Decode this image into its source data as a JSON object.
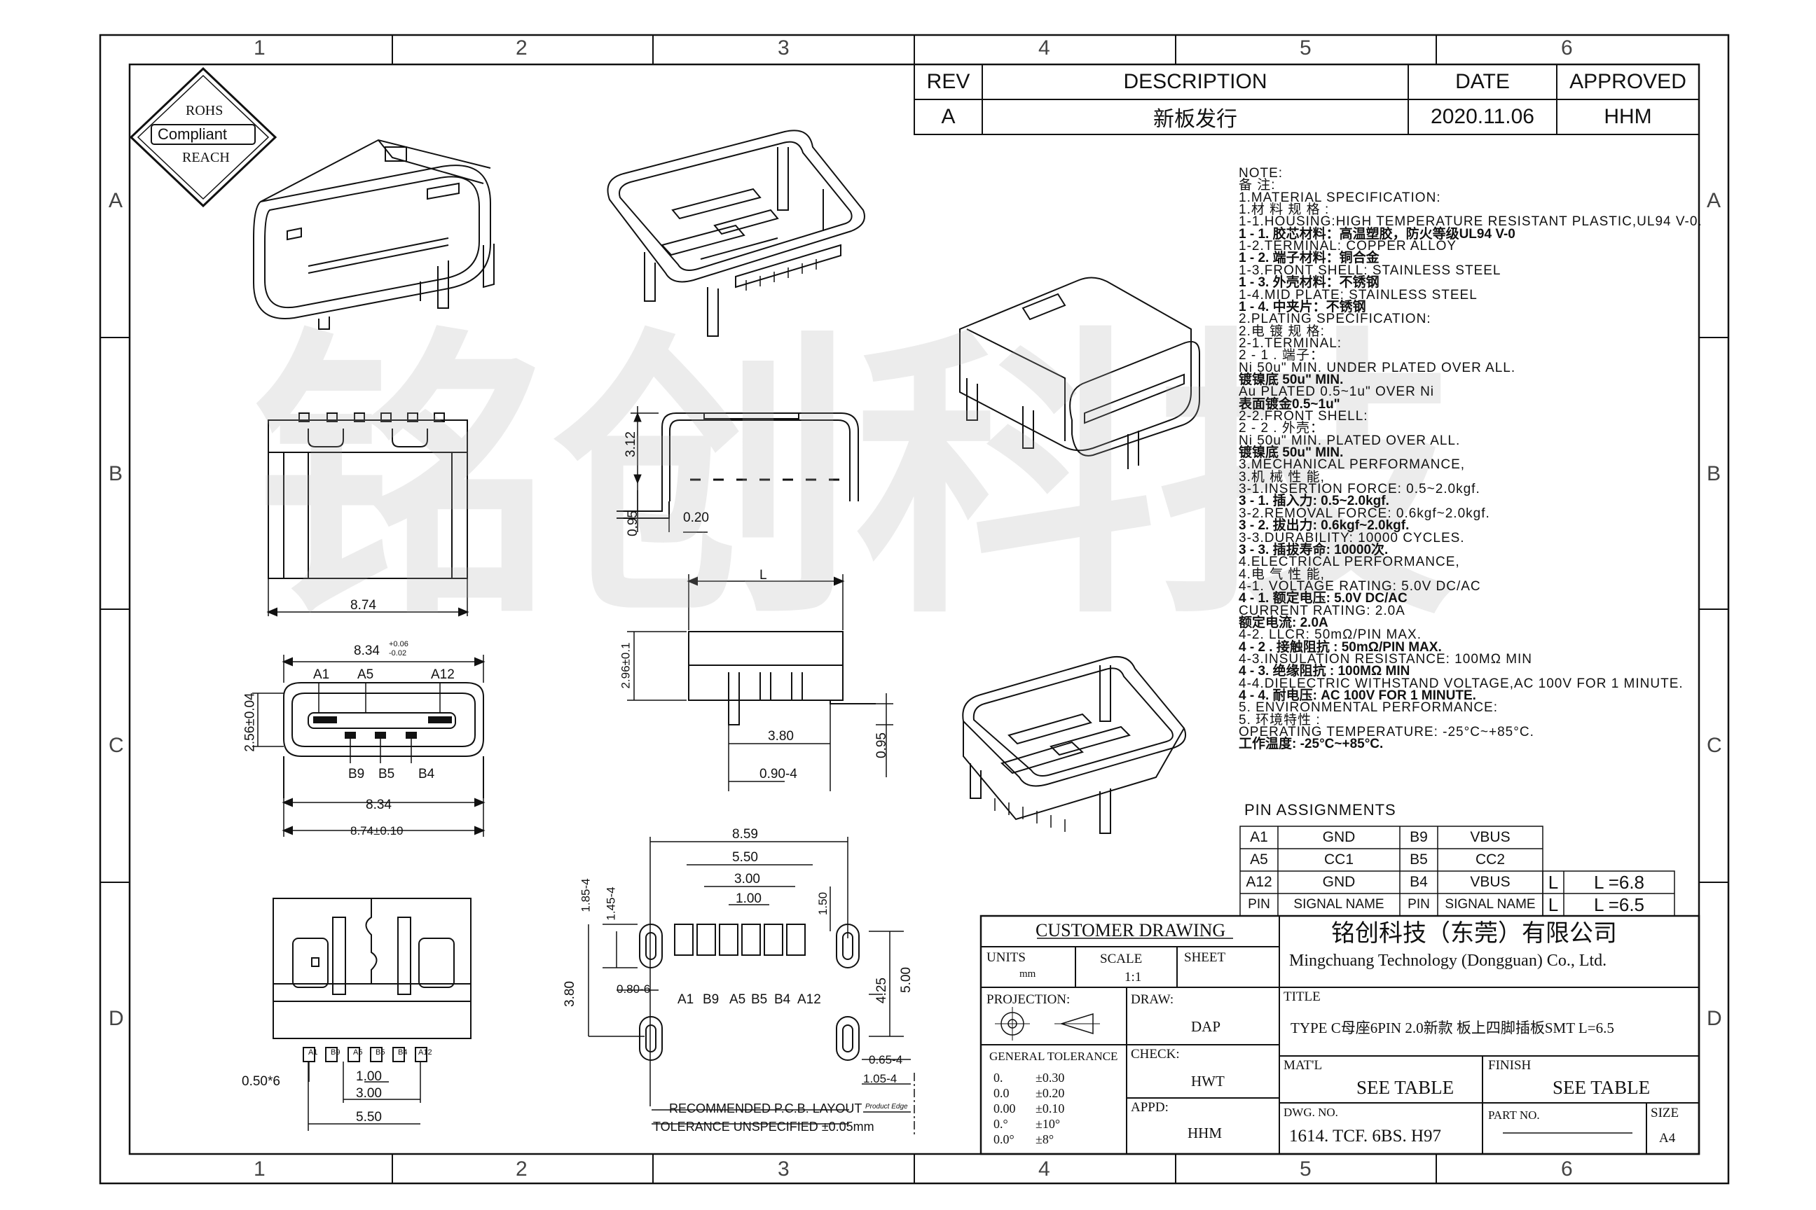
{
  "border": {
    "col_labels": [
      "1",
      "2",
      "3",
      "4",
      "5",
      "6"
    ],
    "row_labels": [
      "A",
      "B",
      "C",
      "D"
    ]
  },
  "rohs": {
    "line1": "ROHS",
    "line2": "Compliant",
    "line3": "REACH"
  },
  "watermark": "铭创科技",
  "revision_table": {
    "headers": [
      "REV",
      "DESCRIPTION",
      "DATE",
      "APPROVED"
    ],
    "row": [
      "A",
      "新板发行",
      "2020.11.06",
      "HHM"
    ]
  },
  "notes": [
    {
      "text": "NOTE:",
      "bold": false
    },
    {
      "text": "备  注:",
      "bold": false
    },
    {
      "text": "1.MATERIAL  SPECIFICATION:",
      "bold": false
    },
    {
      "text": "1.材 料 规 格 :",
      "bold": false
    },
    {
      "text": "1-1.HOUSING:HIGH  TEMPERATURE  RESISTANT  PLASTIC,UL94  V-0.",
      "bold": false
    },
    {
      "text": "1 - 1. 胶芯材料：高温塑胶，防火等级UL94 V-0",
      "bold": true
    },
    {
      "text": "1-2.TERMINAL:  COPPER  ALLOY",
      "bold": false
    },
    {
      "text": "1 - 2. 端子材料：铜合金",
      "bold": true
    },
    {
      "text": "1-3.FRONT  SHELL:  STAINLESS  STEEL",
      "bold": false
    },
    {
      "text": "1 - 3. 外壳材料：不锈钢",
      "bold": true
    },
    {
      "text": "1-4.MID  PLATE:  STAINLESS  STEEL",
      "bold": false
    },
    {
      "text": "1 - 4. 中夹片：不锈钢",
      "bold": true
    },
    {
      "text": "2.PLATING  SPECIFICATION:",
      "bold": false
    },
    {
      "text": "2.电 镀 规 格:",
      "bold": false
    },
    {
      "text": "2-1.TERMINAL:",
      "bold": false
    },
    {
      "text": "  2 - 1 . 端子：",
      "bold": false
    },
    {
      "text": "Ni  50u\"  MIN.  UNDER  PLATED  OVER  ALL.",
      "bold": false
    },
    {
      "text": "镀镍底 50u\" MIN.",
      "bold": true
    },
    {
      "text": "Au  PLATED  0.5~1u\"  OVER  Ni",
      "bold": false
    },
    {
      "text": "表面镀金0.5~1u\"",
      "bold": true
    },
    {
      "text": "2-2.FRONT  SHELL:",
      "bold": false
    },
    {
      "text": "  2 - 2 . 外壳：",
      "bold": false
    },
    {
      "text": "Ni  50u\"  MIN.  PLATED  OVER  ALL.",
      "bold": false
    },
    {
      "text": "镀镍底 50u\" MIN.",
      "bold": true
    },
    {
      "text": "3.MECHANICAL  PERFORMANCE,",
      "bold": false
    },
    {
      "text": "3.机 械 性 能,",
      "bold": false
    },
    {
      "text": "3-1.INSERTION  FORCE:  0.5~2.0kgf.",
      "bold": false
    },
    {
      "text": "3 - 1. 插入力: 0.5~2.0kgf.",
      "bold": true
    },
    {
      "text": "3-2.REMOVAL  FORCE:  0.6kgf~2.0kgf.",
      "bold": false
    },
    {
      "text": "3 - 2. 拔出力: 0.6kgf~2.0kgf.",
      "bold": true
    },
    {
      "text": "3-3.DURABILITY:  10000  CYCLES.",
      "bold": false
    },
    {
      "text": "3 - 3. 插拔寿命: 10000次.",
      "bold": true
    },
    {
      "text": "4.ELECTRICAL  PERFORMANCE,",
      "bold": false
    },
    {
      "text": "4.电 气 性 能,",
      "bold": false
    },
    {
      "text": "4-1.  VOLTAGE  RATING:  5.0V  DC/AC",
      "bold": false
    },
    {
      "text": "4 - 1.  额定电压: 5.0V DC/AC",
      "bold": true
    },
    {
      "text": "CURRENT  RATING:  2.0A",
      "bold": false
    },
    {
      "text": "额定电流: 2.0A",
      "bold": true
    },
    {
      "text": "4-2.  LLCR:  50mΩ/PIN  MAX.",
      "bold": false
    },
    {
      "text": "4 - 2 .  接触阻抗 :  50mΩ/PIN MAX.",
      "bold": true
    },
    {
      "text": "4-3.INSULATION  RESISTANCE:  100MΩ    MIN",
      "bold": false
    },
    {
      "text": "4 - 3.   绝缘阻抗 :  100MΩ  MIN",
      "bold": true
    },
    {
      "text": "4-4.DIELECTRIC  WITHSTAND  VOLTAGE,AC  100V  FOR  1  MINUTE.",
      "bold": false
    },
    {
      "text": "4 - 4.   耐电压:  AC  100V FOR 1 MINUTE.",
      "bold": true
    },
    {
      "text": "5.  ENVIRONMENTAL  PERFORMANCE:",
      "bold": false
    },
    {
      "text": "5.  环境特性 :",
      "bold": false
    },
    {
      "text": "OPERATING  TEMPERATURE:  -25°C~+85°C.",
      "bold": false
    },
    {
      "text": "工作温度: -25°C~+85°C.",
      "bold": true
    }
  ],
  "pin_assignments": {
    "title": "PIN  ASSIGNMENTS",
    "rows": [
      [
        "A1",
        "GND",
        "B9",
        "VBUS"
      ],
      [
        "A5",
        "CC1",
        "B5",
        "CC2"
      ],
      [
        "A12",
        "GND",
        "B4",
        "VBUS"
      ],
      [
        "PIN",
        "SIGNAL NAME",
        "PIN",
        "SIGNAL NAME"
      ]
    ]
  },
  "l_table": [
    [
      "L",
      "L  =6.8"
    ],
    [
      "L",
      "L  =6.5"
    ]
  ],
  "dimensions": {
    "top_view_width": "8.74",
    "side_height": "3.12",
    "side_base": "0.95",
    "side_offset": "0.20",
    "front_outer": "8.34",
    "front_outer_tol_top": "+0.06",
    "front_outer_tol_bot": "-0.02",
    "front_height": "2.56±0.04",
    "front_inner": "8.34",
    "front_total": "8.74±0.10",
    "pin_a1": "A1",
    "pin_a5": "A5",
    "pin_a12": "A12",
    "pin_b9": "B9",
    "pin_b5": "B5",
    "pin_b4": "B4",
    "side2_L": "L",
    "side2_height": "2.96±0.1",
    "side2_380": "3.80",
    "side2_095": "0.95",
    "side2_090": "0.90-4",
    "bottom_050": "0.50*6",
    "bottom_100": "1.00",
    "bottom_300": "3.00",
    "bottom_550": "5.50",
    "pcb_859": "8.59",
    "pcb_550": "5.50",
    "pcb_300": "3.00",
    "pcb_100": "1.00",
    "pcb_185": "1.85-4",
    "pcb_145": "1.45-4",
    "pcb_150": "1.50",
    "pcb_080": "0.80-6",
    "pcb_380": "3.80",
    "pcb_425": "4.25",
    "pcb_500": "5.00",
    "pcb_065": "0.65-4",
    "pcb_105": "1.05-4",
    "pcb_pins": [
      "A1",
      "B9",
      "A5",
      "B5",
      "B4",
      "A12"
    ],
    "pcb_small_pins": [
      "A1",
      "B9",
      "A5",
      "B5",
      "B4",
      "A12"
    ],
    "pcb_note1": "RECOMMENDED   P.C.B. LAYOUT",
    "pcb_note2": "TOLERANCE  UNSPECIFIED  ±0.05mm",
    "pcb_edge": "Product Edge"
  },
  "title_block": {
    "customer_drawing": "CUSTOMER  DRAWING",
    "company_cn": "铭创科技（东莞）有限公司",
    "company_en": "Mingchuang Technology (Dongguan) Co., Ltd.",
    "units_label": "UNITS",
    "units_value": "mm",
    "scale_label": "SCALE",
    "scale_value": "1:1",
    "sheet_label": "SHEET",
    "title_label": "TITLE",
    "title_value": "TYPE C母座6PIN 2.0新款 板上四脚插板SMT L=6.5",
    "projection_label": "PROJECTION:",
    "draw_label": "DRAW:",
    "draw_value": "DAP",
    "check_label": "CHECK:",
    "check_value": "HWT",
    "appd_label": "APPD:",
    "appd_value": "HHM",
    "general_tolerance": "GENERAL  TOLERANCE",
    "tolerances": [
      [
        "0.",
        "±0.30"
      ],
      [
        "0.0",
        "±0.20"
      ],
      [
        "0.00",
        "±0.10"
      ],
      [
        "0.°",
        "±10°"
      ],
      [
        "0.0°",
        "±8°"
      ]
    ],
    "matl_label": "MAT'L",
    "matl_value": "SEE  TABLE",
    "finish_label": "FINISH",
    "finish_value": "SEE  TABLE",
    "dwg_label": "DWG. NO.",
    "dwg_value": "1614. TCF. 6BS. H97",
    "part_label": "PART NO.",
    "size_label": "SIZE",
    "size_value": "A4"
  }
}
